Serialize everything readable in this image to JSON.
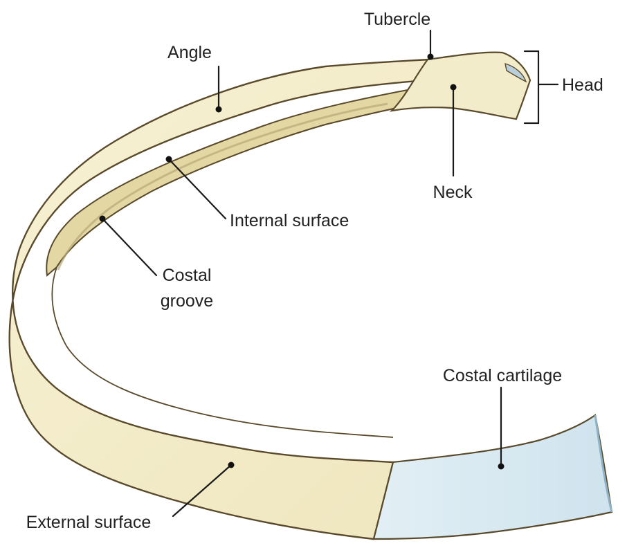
{
  "labels": {
    "tubercle": "Tubercle",
    "angle": "Angle",
    "head": "Head",
    "neck": "Neck",
    "internal_surface": "Internal surface",
    "costal_groove_line1": "Costal",
    "costal_groove_line2": "groove",
    "costal_cartilage": "Costal cartilage",
    "external_surface": "External surface"
  },
  "colors": {
    "bone_fill": "#f3edc9",
    "bone_shade": "#ddd3a3",
    "bone_outline": "#5a4a2c",
    "cartilage_fill": "#d6e8f1",
    "cartilage_shade": "#b7d3e3",
    "label_text": "#222222",
    "leader_line": "#1a1a1a"
  }
}
